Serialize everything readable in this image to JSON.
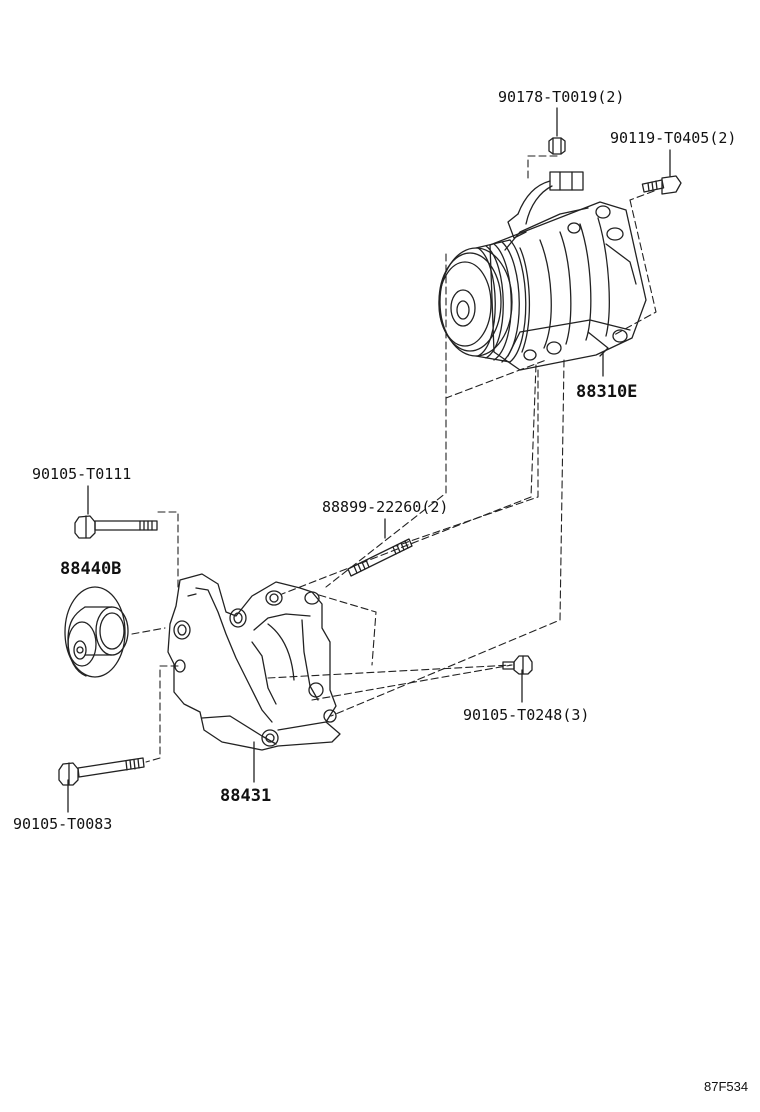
{
  "diagram": {
    "code": "87F534",
    "colors": {
      "line": "#222222",
      "background": "#ffffff"
    },
    "parts": [
      {
        "id": "p1",
        "label": "90178-T0019(2)",
        "component": "nut"
      },
      {
        "id": "p2",
        "label": "90119-T0405(2)",
        "component": "bolt"
      },
      {
        "id": "p3",
        "label": "88310E",
        "component": "compressor"
      },
      {
        "id": "p4",
        "label": "90105-T0111",
        "component": "bolt"
      },
      {
        "id": "p5",
        "label": "88899-22260(2)",
        "component": "stud"
      },
      {
        "id": "p6",
        "label": "88440B",
        "component": "idler-pulley"
      },
      {
        "id": "p7",
        "label": "90105-T0248(3)",
        "component": "bolt"
      },
      {
        "id": "p8",
        "label": "88431",
        "component": "bracket"
      },
      {
        "id": "p9",
        "label": "90105-T0083",
        "component": "bolt"
      }
    ]
  }
}
